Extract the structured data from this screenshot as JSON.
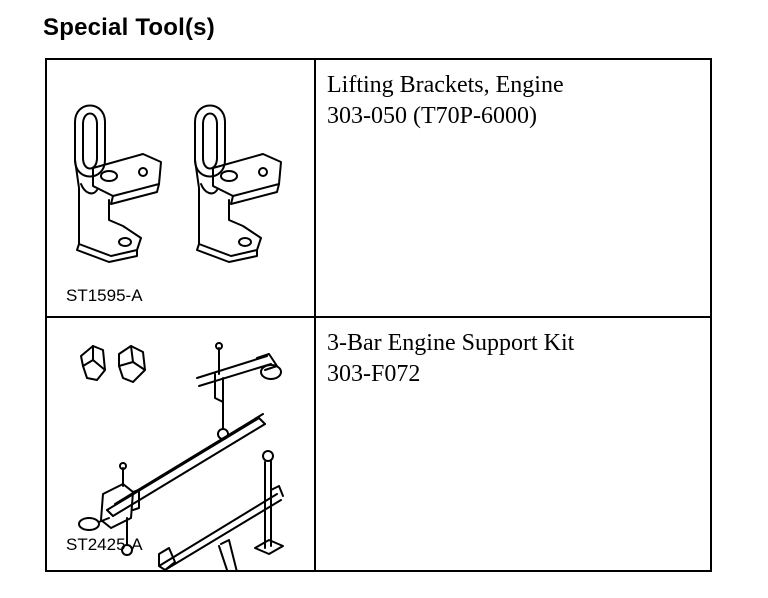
{
  "header": {
    "title": "Special Tool(s)"
  },
  "tools": [
    {
      "art_code": "ST1595-A",
      "name": "Lifting Brackets, Engine",
      "number": "303-050 (T70P-6000)",
      "icon": "lifting-brackets-illustration"
    },
    {
      "art_code": "ST2425-A",
      "name": "3-Bar Engine Support Kit",
      "number": "303-F072",
      "icon": "engine-support-kit-illustration"
    }
  ]
}
